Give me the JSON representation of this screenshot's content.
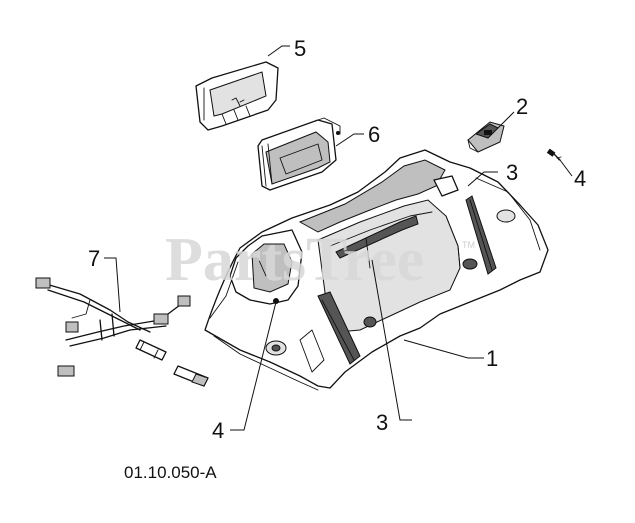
{
  "watermark": {
    "text": "PartsTree",
    "trademark": "TM"
  },
  "diagram_code": "01.10.050-A",
  "callouts": [
    {
      "id": "c1",
      "label": "1"
    },
    {
      "id": "c2",
      "label": "2"
    },
    {
      "id": "c3a",
      "label": "3"
    },
    {
      "id": "c3b",
      "label": "3"
    },
    {
      "id": "c4a",
      "label": "4"
    },
    {
      "id": "c4b",
      "label": "4"
    },
    {
      "id": "c5",
      "label": "5"
    },
    {
      "id": "c6",
      "label": "6"
    },
    {
      "id": "c7",
      "label": "7"
    }
  ]
}
